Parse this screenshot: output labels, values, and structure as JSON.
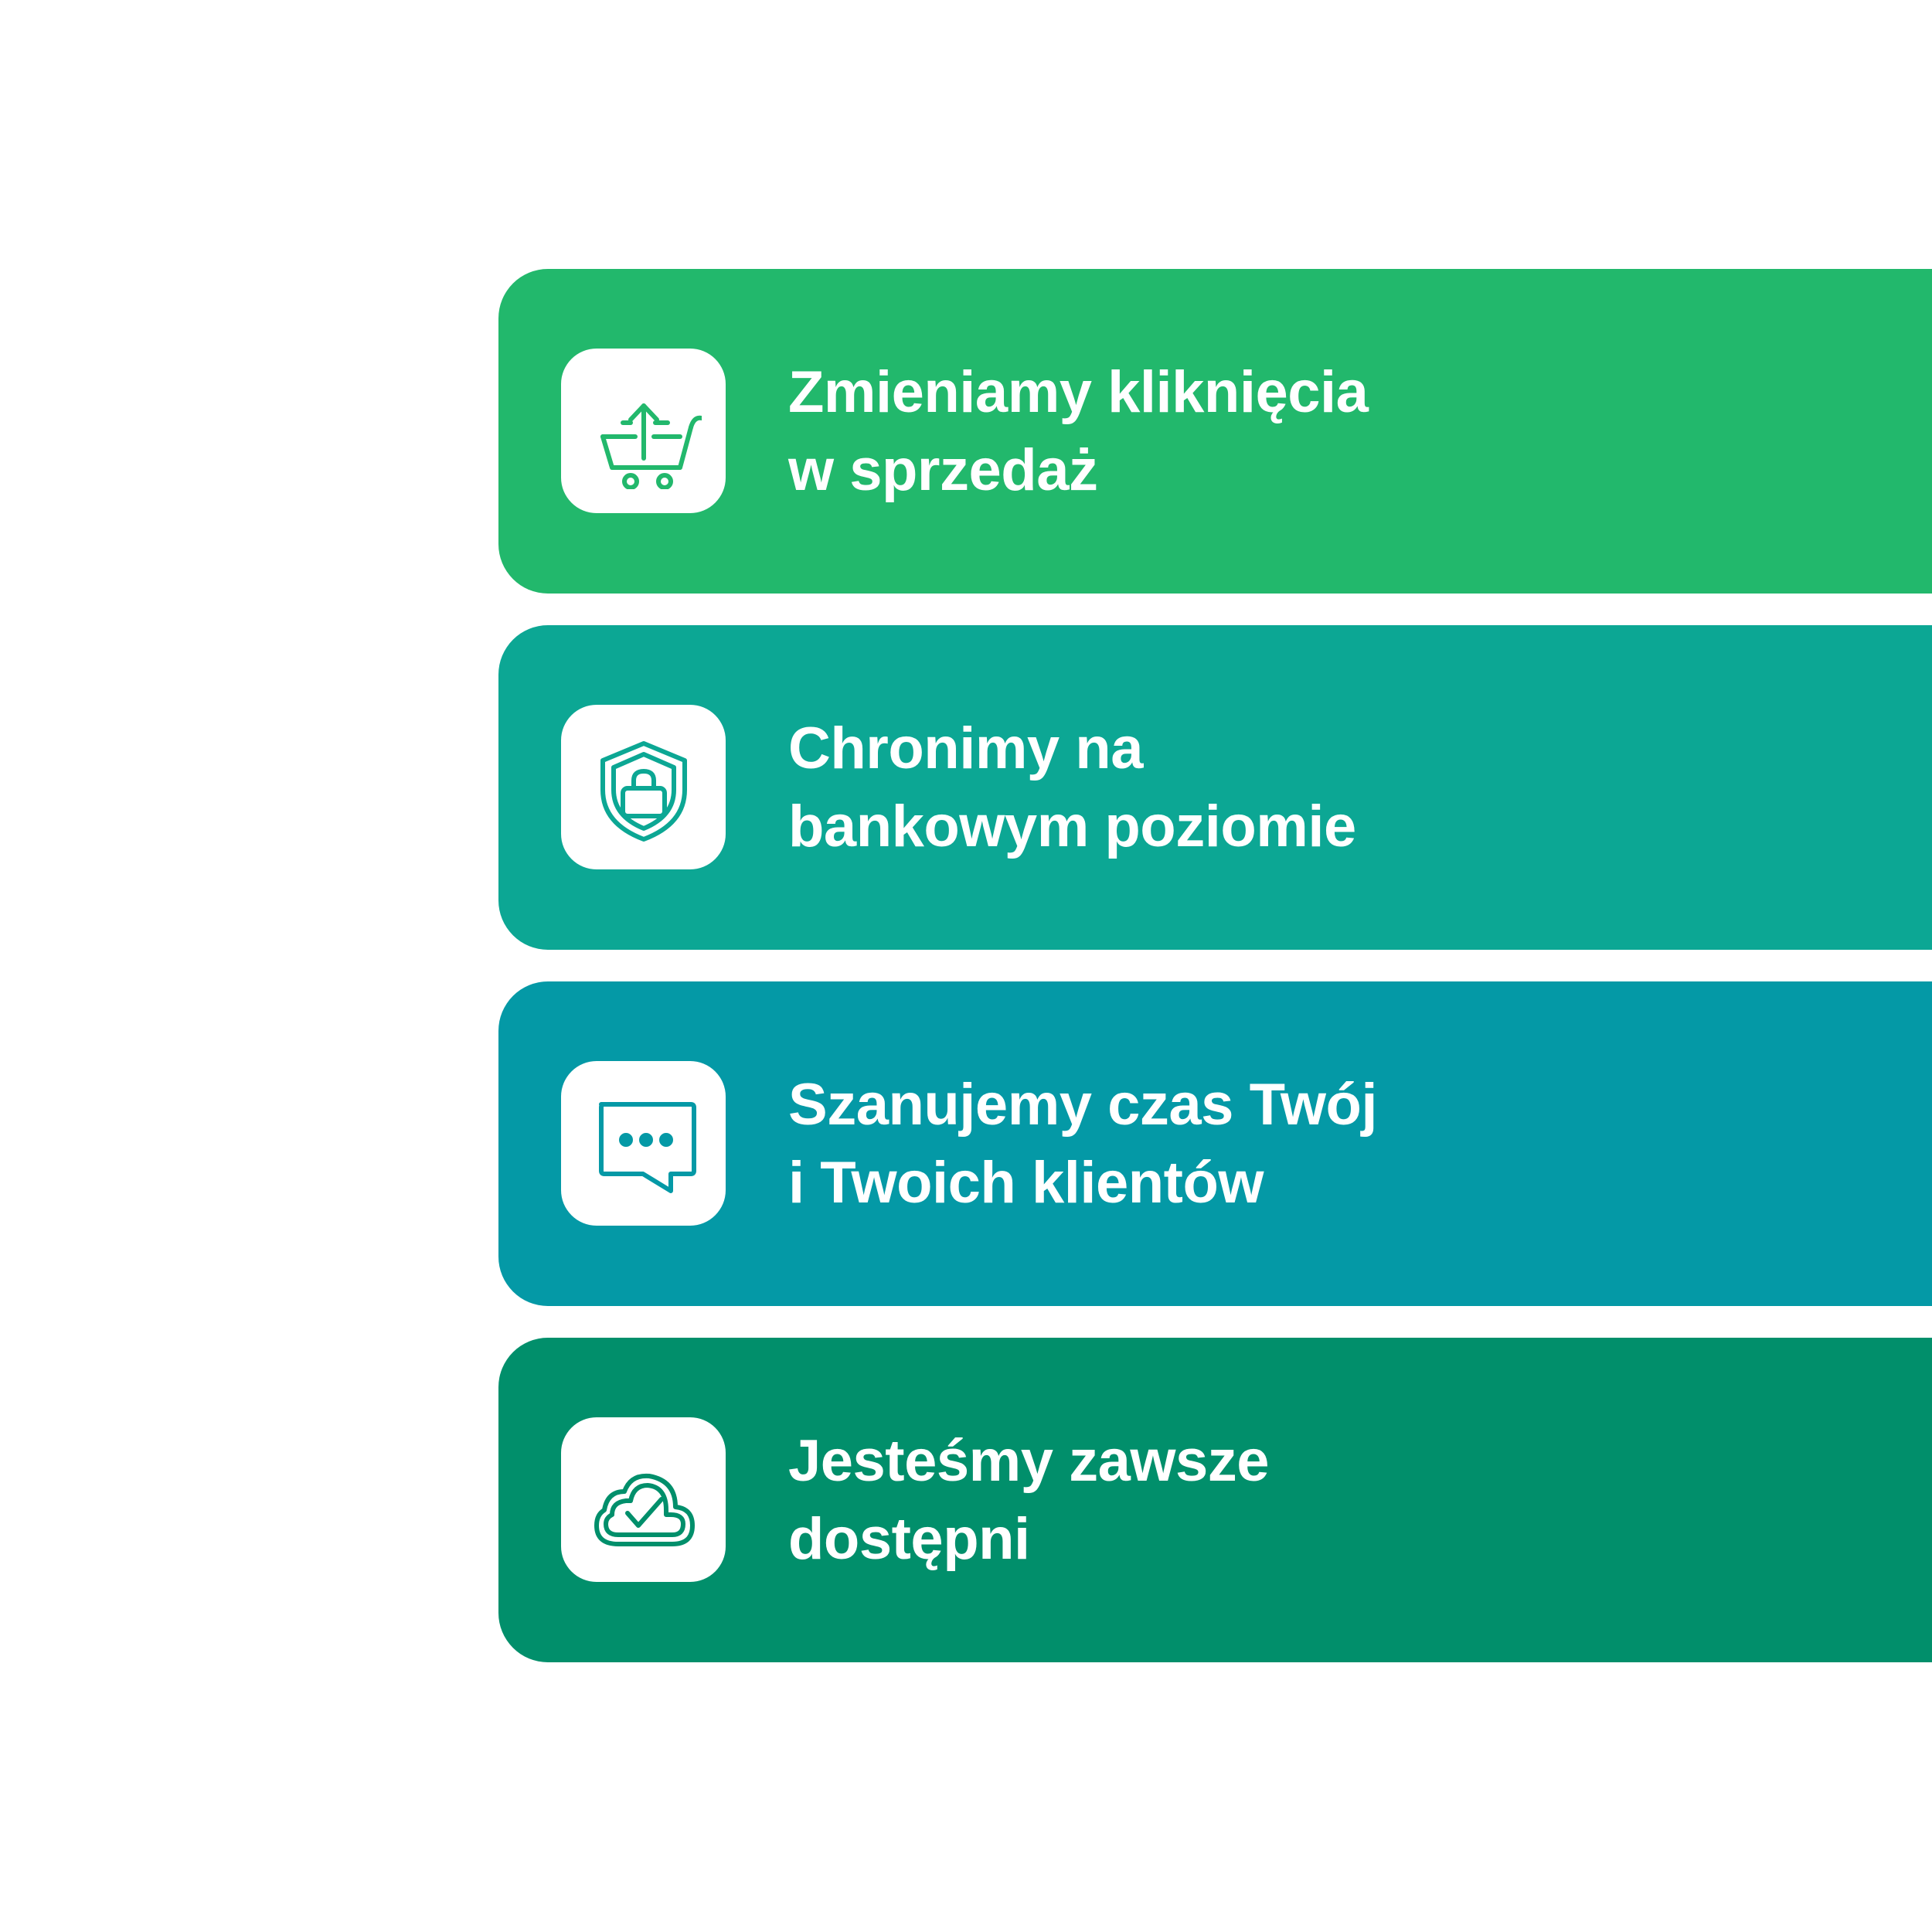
{
  "features": [
    {
      "icon": "cart-upload-icon",
      "color": "#22b86c",
      "icon_color": "#22b86c",
      "line1": "Zmieniamy kliknięcia",
      "line2": "w sprzedaż"
    },
    {
      "icon": "shield-lock-icon",
      "color": "#0ca794",
      "icon_color": "#0ca794",
      "line1": "Chronimy na",
      "line2": "bankowym poziomie"
    },
    {
      "icon": "chat-bubble-icon",
      "color": "#0499a6",
      "icon_color": "#0499a6",
      "line1": "Szanujemy czas Twój",
      "line2": "i Twoich klientów"
    },
    {
      "icon": "cloud-check-icon",
      "color": "#018f6b",
      "icon_color": "#018f6b",
      "line1": "Jesteśmy zawsze",
      "line2": "dostępni"
    }
  ]
}
